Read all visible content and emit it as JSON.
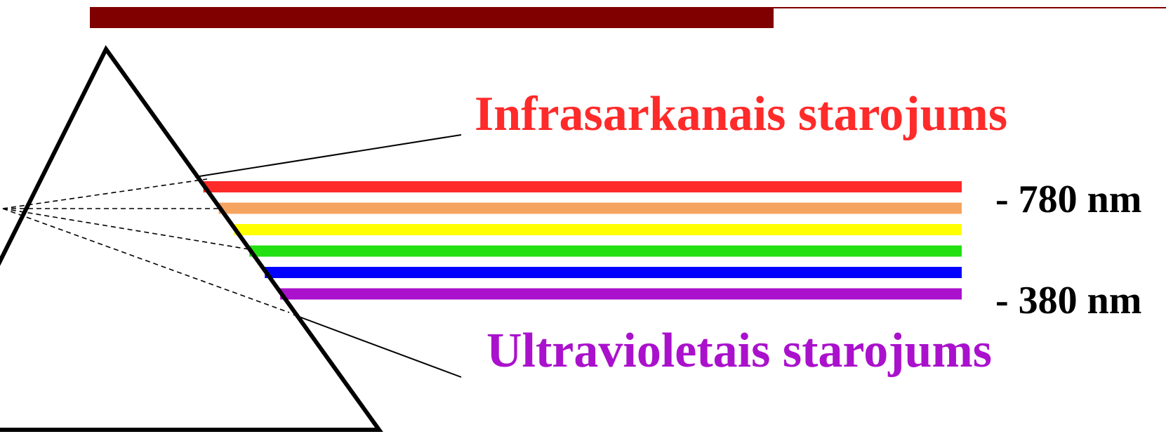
{
  "slide": {
    "accent_color": "#800000",
    "background_color": "#ffffff"
  },
  "labels": {
    "infrared": "Infrasarkanais starojums",
    "ultraviolet": "Ultravioletais starojums",
    "wavelength_long": "- 780 nm",
    "wavelength_short": "- 380 nm"
  },
  "colors": {
    "infrared_text": "#ff2a2a",
    "ultraviolet_text": "#aa11cc",
    "prism_outline": "#000000",
    "spectrum_bands": [
      "#ff2a2a",
      "#f5a460",
      "#ffff00",
      "#22e011",
      "#0000ff",
      "#aa11cc"
    ]
  },
  "spectrum": {
    "band_count": 6
  }
}
